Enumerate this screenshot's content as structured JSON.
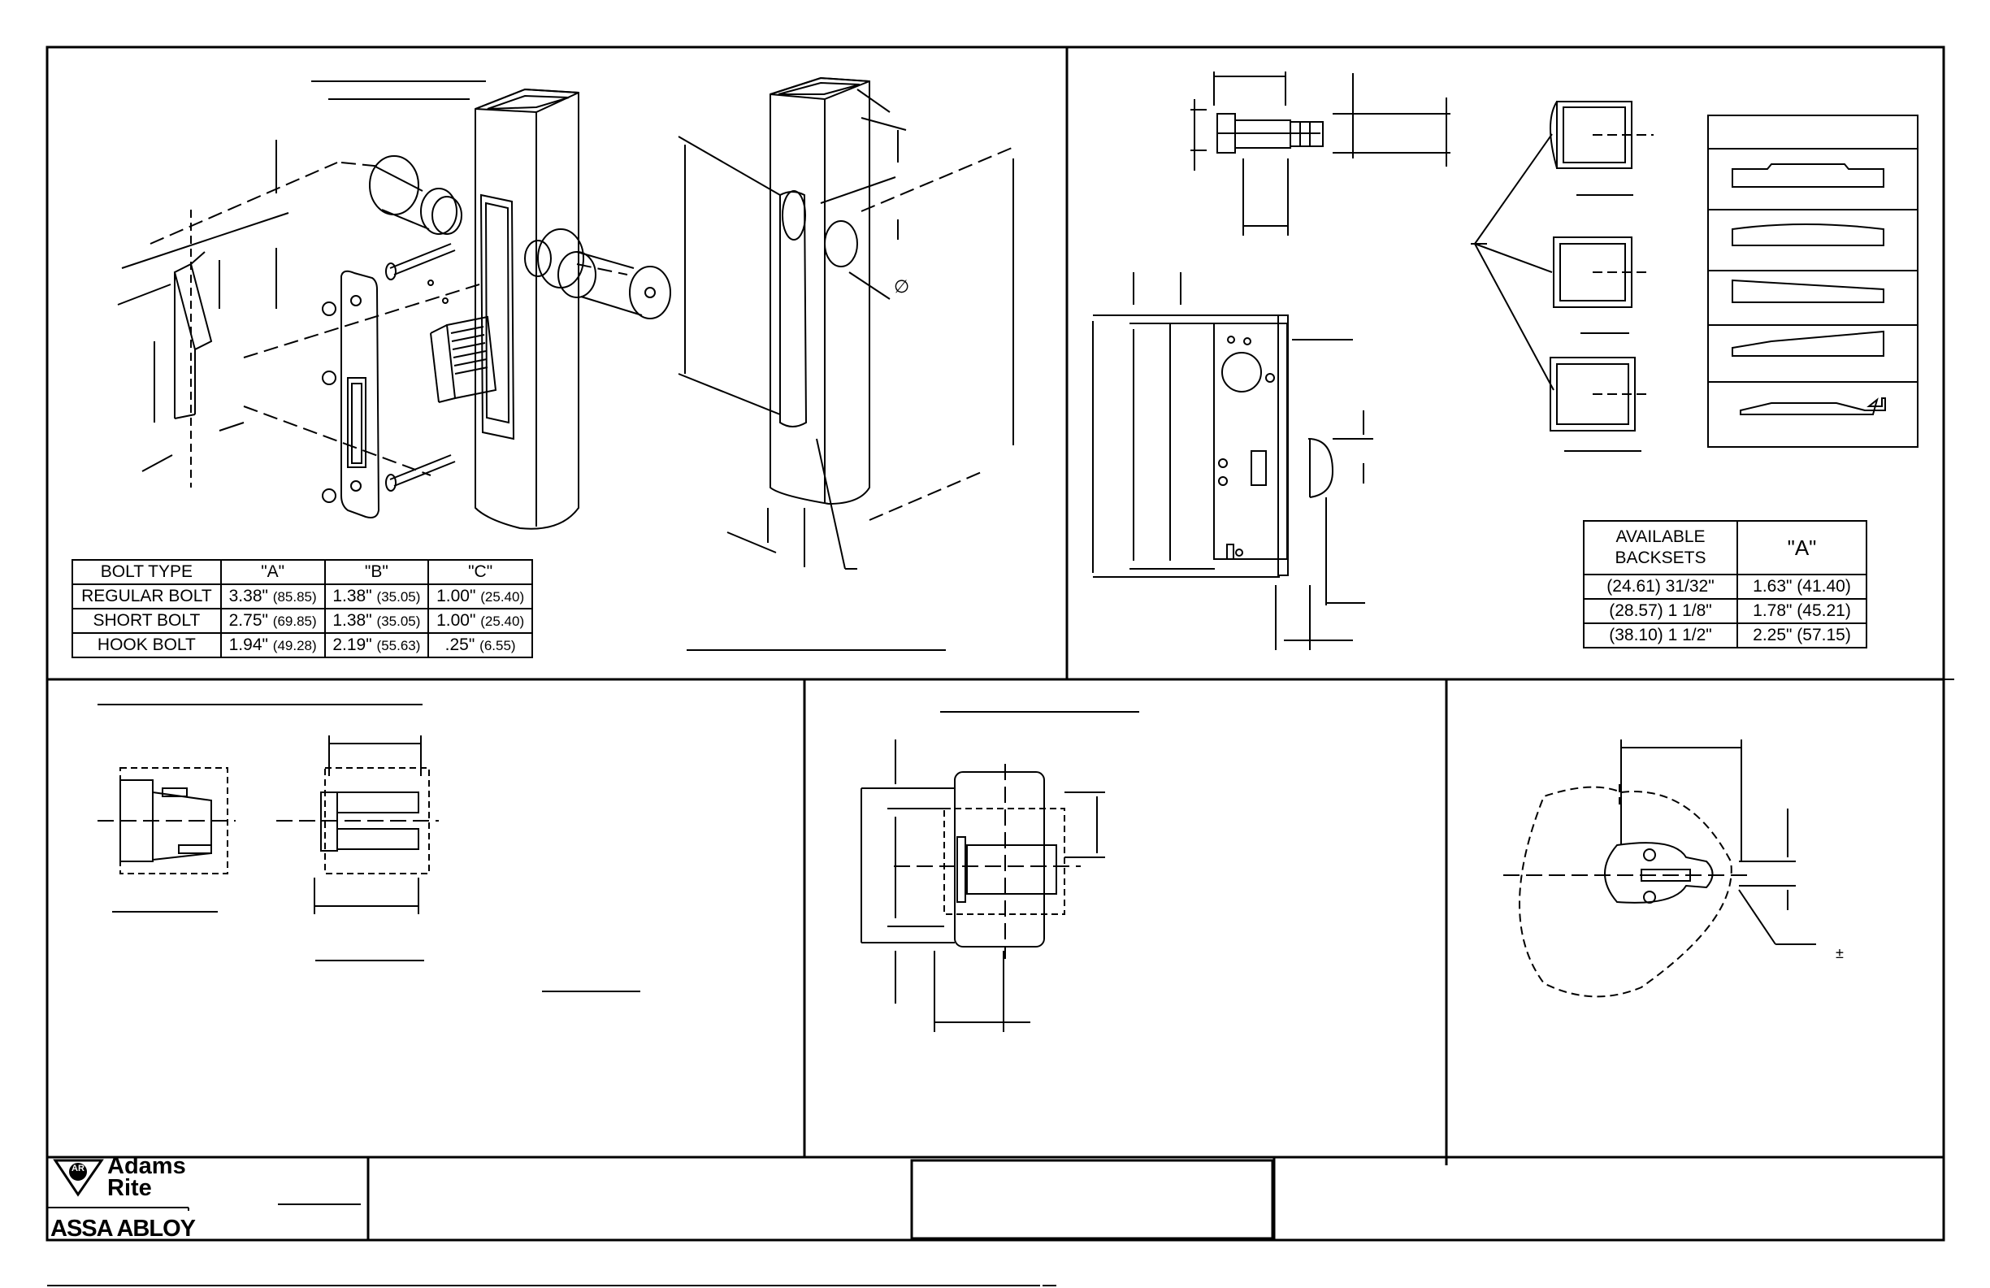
{
  "colors": {
    "line": "#000000",
    "background": "#ffffff"
  },
  "bolt_table": {
    "headers": [
      "BOLT TYPE",
      "\"A\"",
      "\"B\"",
      "\"C\""
    ],
    "rows": [
      {
        "type": "REGULAR BOLT",
        "a": "3.38\"",
        "a_mm": "(85.85)",
        "b": "1.38\"",
        "b_mm": "(35.05)",
        "c": "1.00\"",
        "c_mm": "(25.40)"
      },
      {
        "type": "SHORT BOLT",
        "a": "2.75\"",
        "a_mm": "(69.85)",
        "b": "1.38\"",
        "b_mm": "(35.05)",
        "c": "1.00\"",
        "c_mm": "(25.40)"
      },
      {
        "type": "HOOK BOLT",
        "a": "1.94\"",
        "a_mm": "(49.28)",
        "b": "2.19\"",
        "b_mm": "(55.63)",
        "c": ".25\"",
        "c_mm": "(6.55)"
      }
    ]
  },
  "backset_table": {
    "headers": [
      "AVAILABLE BACKSETS",
      "\"A\""
    ],
    "rows": [
      {
        "backset": "(24.61) 31/32\"",
        "a": "1.63\" (41.40)"
      },
      {
        "backset": "(28.57) 1 1/8\"",
        "a": "1.78\" (45.21)"
      },
      {
        "backset": "(38.10) 1 1/2\"",
        "a": "2.25\" (57.15)"
      }
    ]
  },
  "symbols": {
    "diameter": "∅",
    "plus_minus": "±"
  },
  "title_block": {
    "brand": "Adams Rite",
    "parent_brand": "ASSA ABLOY",
    "logo_mark": "AR"
  }
}
